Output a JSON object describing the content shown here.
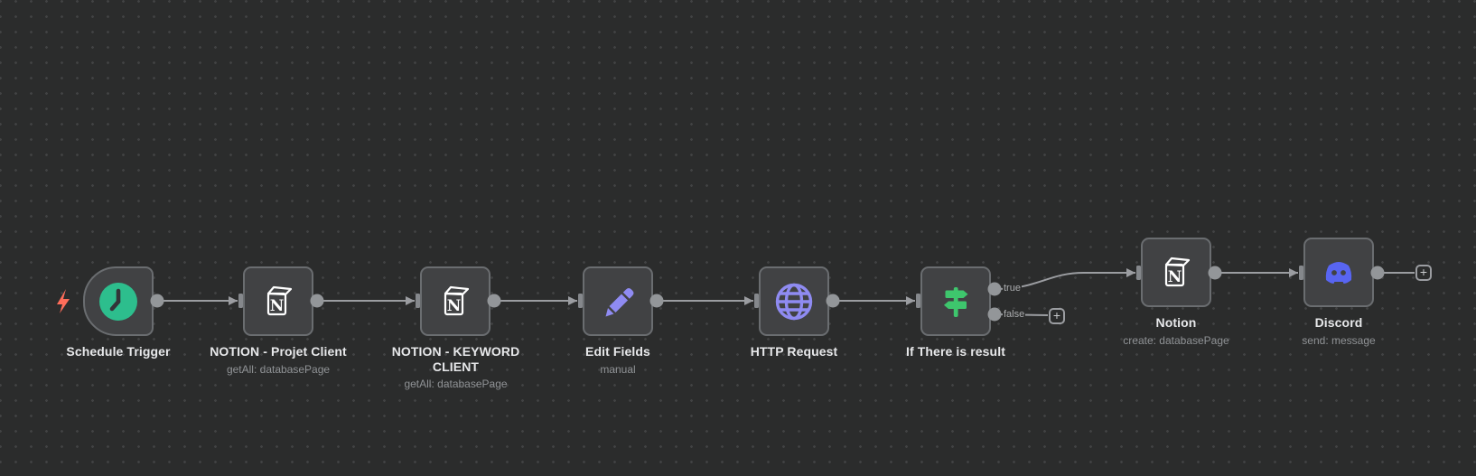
{
  "workflow": {
    "nodes": [
      {
        "name": "Schedule Trigger",
        "subtitle": "",
        "kind": "trigger"
      },
      {
        "name": "NOTION - Projet Client",
        "subtitle": "getAll: databasePage",
        "kind": "notion"
      },
      {
        "name": "NOTION - KEYWORD CLIENT",
        "subtitle": "getAll: databasePage",
        "kind": "notion"
      },
      {
        "name": "Edit Fields",
        "subtitle": "manual",
        "kind": "set"
      },
      {
        "name": "HTTP Request",
        "subtitle": "",
        "kind": "http"
      },
      {
        "name": "If There is result",
        "subtitle": "",
        "kind": "if",
        "outputs": [
          "true",
          "false"
        ]
      },
      {
        "name": "Notion",
        "subtitle": "create: databasePage",
        "kind": "notion"
      },
      {
        "name": "Discord",
        "subtitle": "send: message",
        "kind": "discord"
      }
    ],
    "port_labels": {
      "if_true": "true",
      "if_false": "false"
    },
    "add_button_label": "+",
    "colors": {
      "canvas_bg": "#2b2c2c",
      "grid_dot": "#414243",
      "node_bg": "#414244",
      "node_border": "#6a6d70",
      "connector": "#9b9da1",
      "trigger_bolt": "#ff6d5a",
      "clock_icon": "#2dbe8d",
      "pencil_icon": "#8f8bf2",
      "globe_icon": "#8f8bf2",
      "signpost_icon": "#3ec66d",
      "discord_icon": "#5865f2",
      "notion_icon": "#ffffff",
      "label_text": "#e7e8ea",
      "subtitle_text": "#8f9295"
    }
  }
}
